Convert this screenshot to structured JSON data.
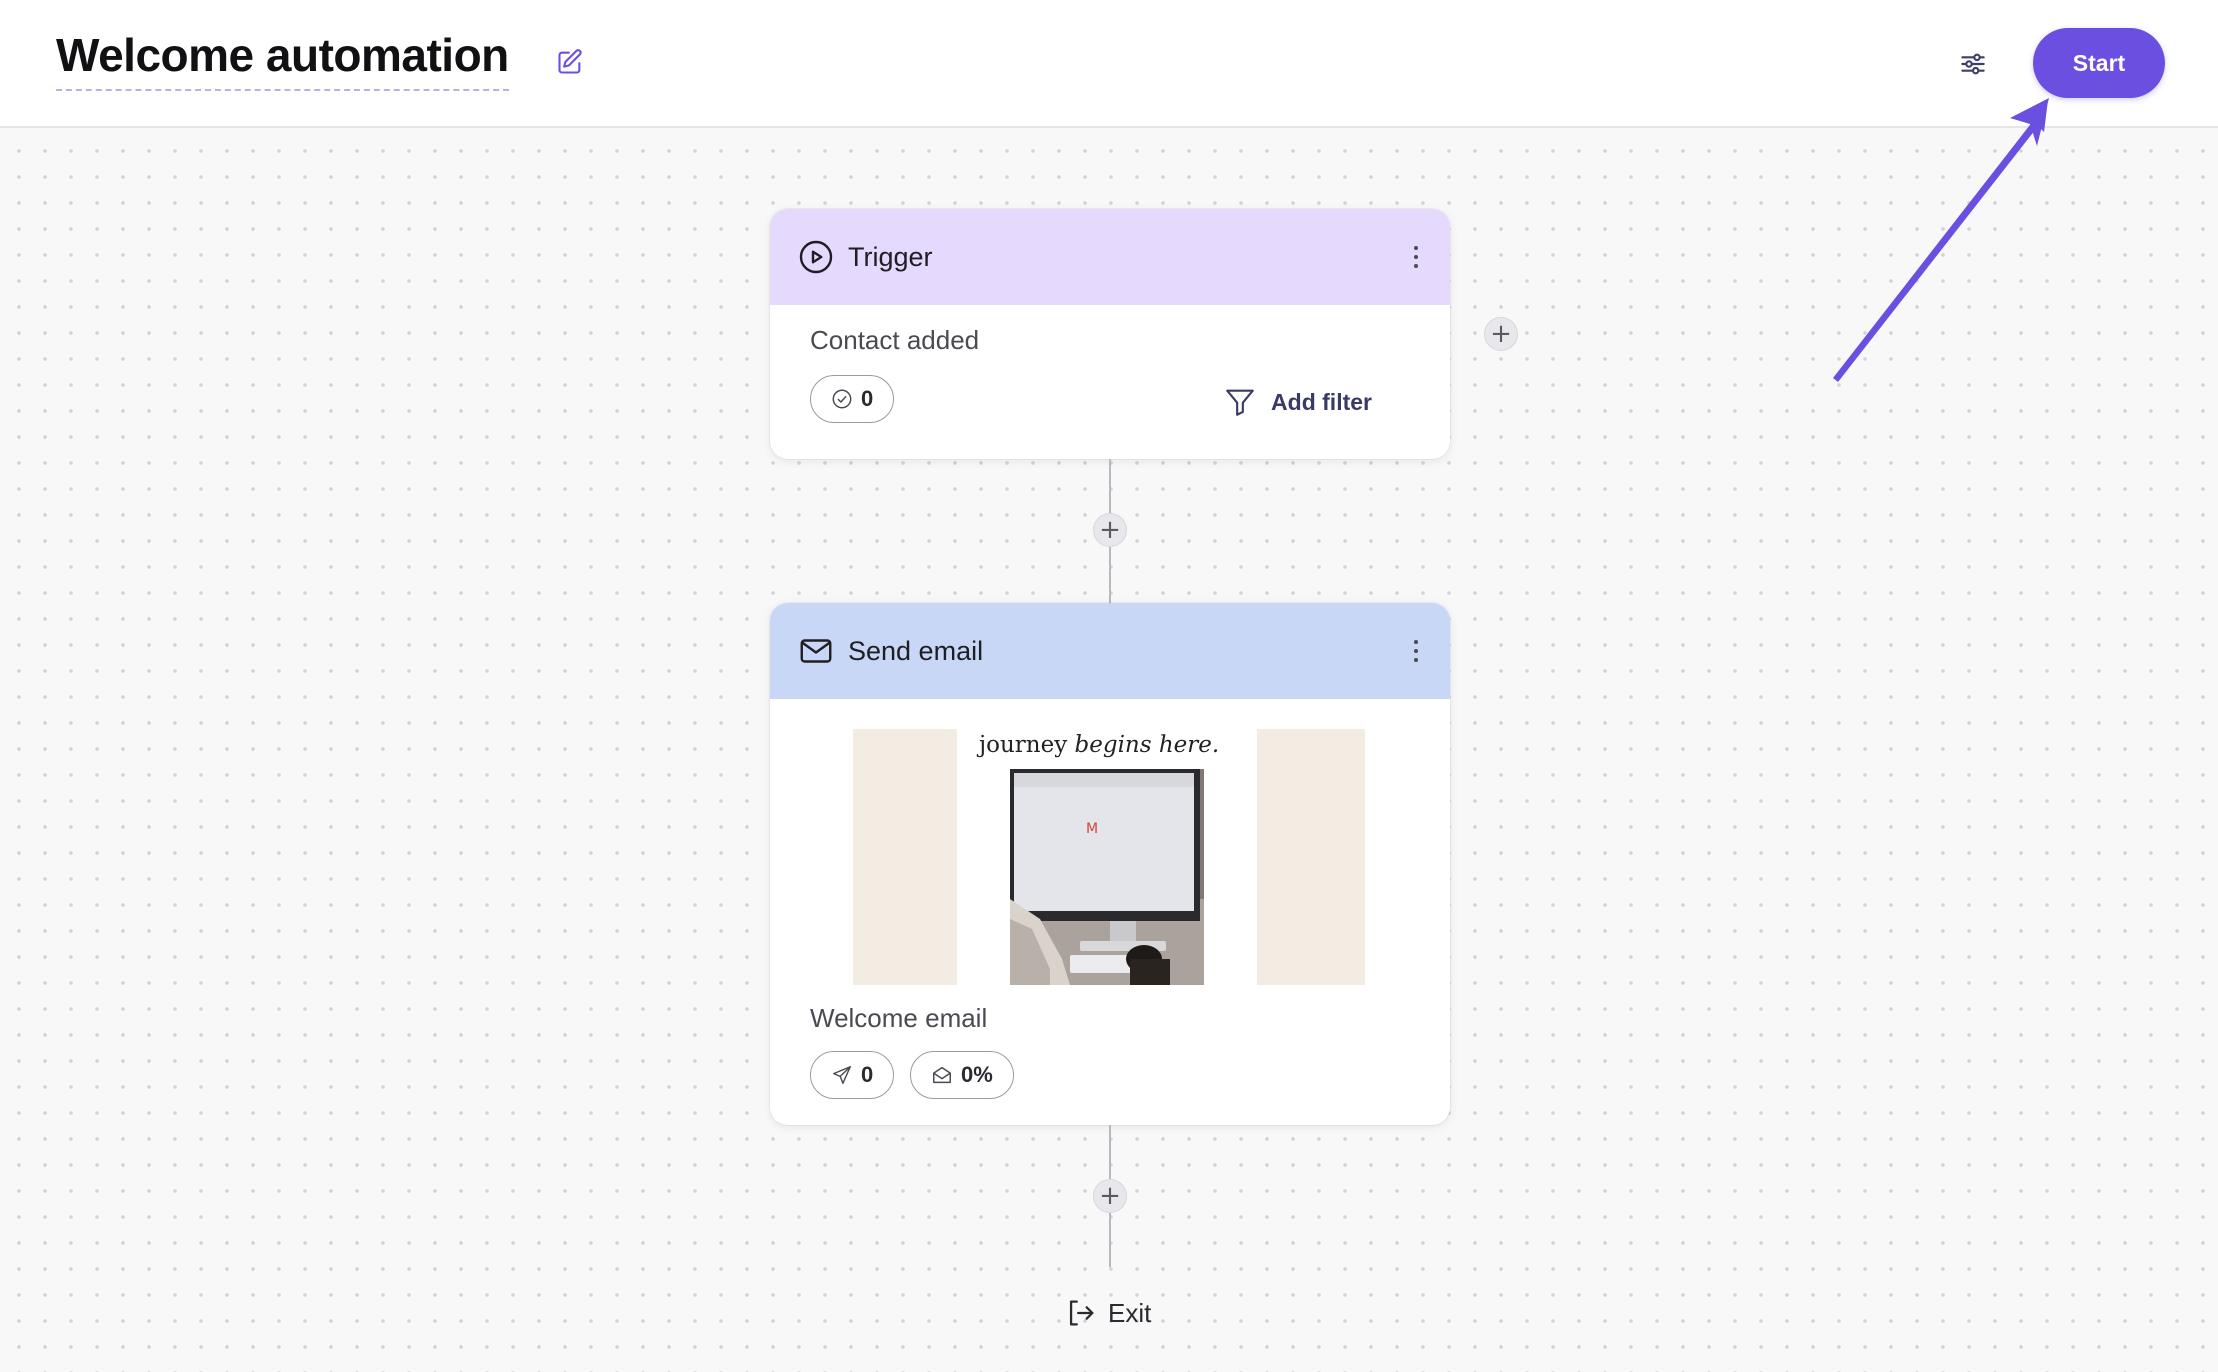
{
  "header": {
    "title": "Welcome automation",
    "edit_icon": "pencil-square-icon",
    "settings_icon": "sliders-icon",
    "start_label": "Start",
    "accent_color": "#6b4fe0"
  },
  "trigger_card": {
    "title": "Trigger",
    "icon": "play-circle-icon",
    "header_color": "#e5d9fd",
    "subtitle": "Contact added",
    "count": "0",
    "count_icon": "check-circle-icon",
    "add_filter_label": "Add filter",
    "add_filter_icon": "funnel-icon"
  },
  "email_card": {
    "title": "Send email",
    "icon": "envelope-icon",
    "header_color": "#c9d7f6",
    "preview": {
      "tagline_plain": "journey ",
      "tagline_italic": "begins here."
    },
    "subtitle": "Welcome email",
    "sent_count": "0",
    "sent_icon": "paper-plane-icon",
    "open_rate": "0%",
    "open_icon": "envelope-open-icon"
  },
  "exit": {
    "label": "Exit",
    "icon": "exit-arrow-icon"
  },
  "add_step_icon": "plus-icon"
}
